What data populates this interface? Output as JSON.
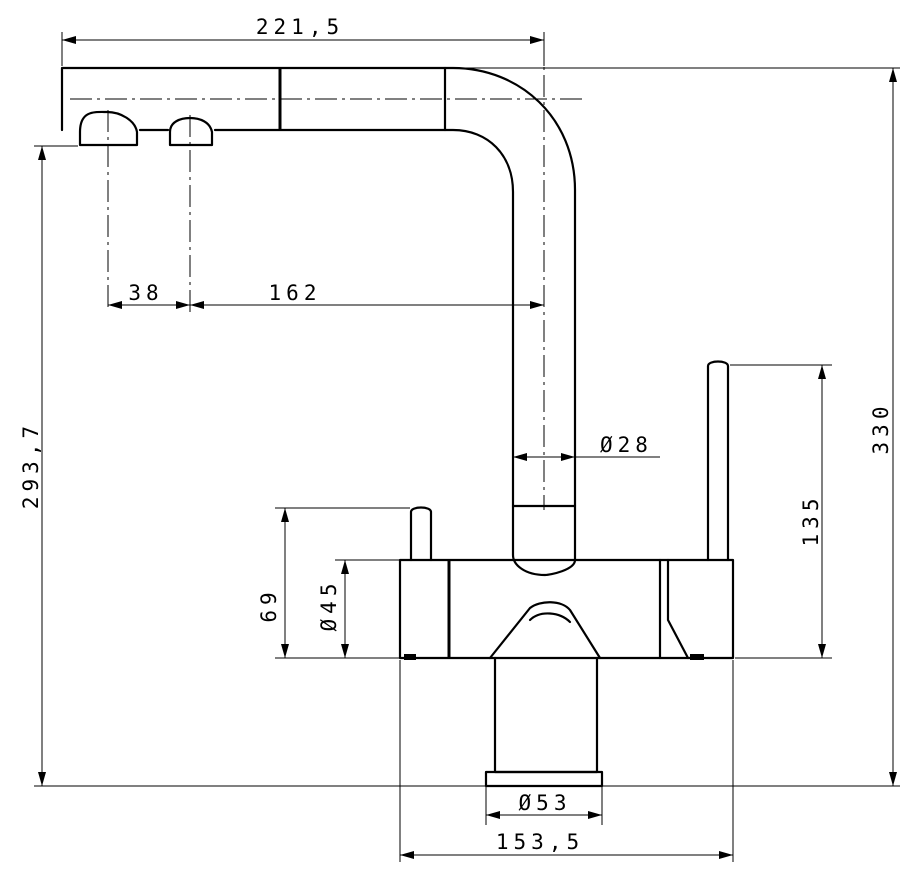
{
  "dimensions": {
    "spout_reach": "221,5",
    "outlet_spacing": "38",
    "outlet_to_center": "162",
    "spout_diameter": "Ø28",
    "body_height": "69",
    "body_diameter": "Ø45",
    "handle_height": "135",
    "total_outlet_height": "293,7",
    "total_height": "330",
    "base_diameter": "Ø53",
    "body_width": "153,5"
  }
}
